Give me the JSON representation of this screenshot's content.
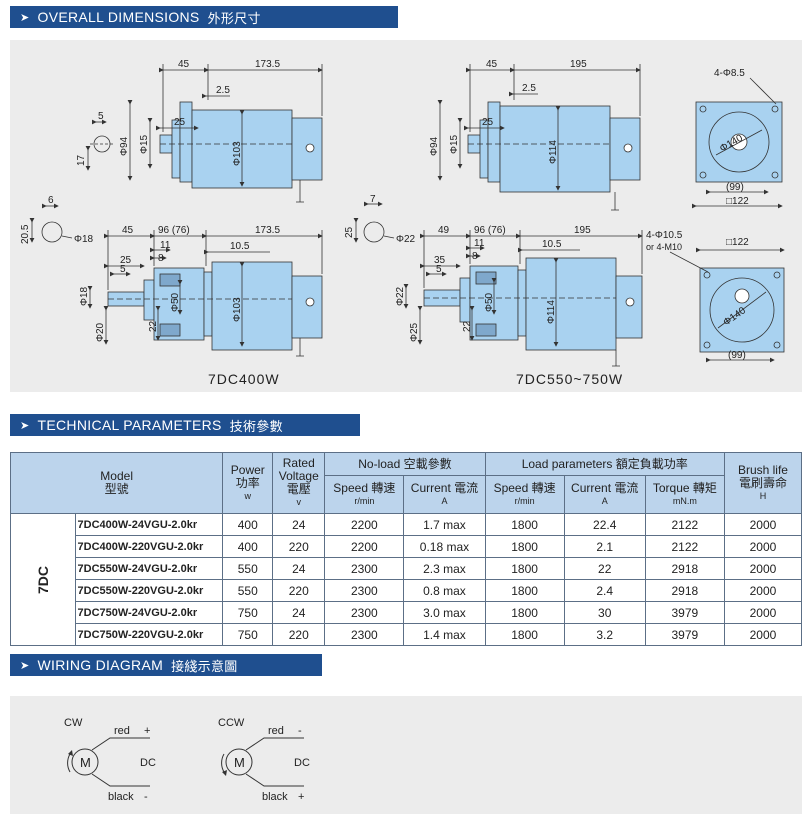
{
  "sections": {
    "dimensions": {
      "title": "OVERALL DIMENSIONS",
      "title_cn": "外形尺寸"
    },
    "technical": {
      "title": "TECHNICAL PARAMETERS",
      "title_cn": "技術參數"
    },
    "wiring": {
      "title": "WIRING DIAGRAM",
      "title_cn": "接綫示意圖"
    }
  },
  "drawings": {
    "label_left": "7DC400W",
    "label_right": "7DC550~750W",
    "top_left": {
      "d45": "45",
      "d173": "173.5",
      "d25a": "2.5",
      "d25": "25",
      "phi15": "Φ15",
      "phi94": "Φ94",
      "phi103": "Φ103",
      "d5": "5",
      "d17": "17"
    },
    "top_right": {
      "d45": "45",
      "d195": "195",
      "d25a": "2.5",
      "d25": "25",
      "phi15": "Φ15",
      "phi94": "Φ94",
      "phi114": "Φ114"
    },
    "bottom_left": {
      "d6": "6",
      "d205": "20.5",
      "phi18": "Φ18",
      "d45": "45",
      "d96": "96 (76)",
      "d173": "173.5",
      "d11": "11",
      "d8": "8",
      "d105": "10.5",
      "d25": "25",
      "d5": "5",
      "phi18v": "Φ18",
      "phi20": "Φ20",
      "phi50": "Φ50",
      "d22": "22",
      "phi103": "Φ103"
    },
    "bottom_right": {
      "d7": "7",
      "d25": "25",
      "phi22": "Φ22",
      "d49": "49",
      "d96": "96 (76)",
      "d195": "195",
      "d11": "11",
      "d8": "8",
      "d105": "10.5",
      "d35": "35",
      "d5": "5",
      "phi22v": "Φ22",
      "phi25": "Φ25",
      "phi50": "Φ50",
      "d22": "22",
      "phi114": "Φ114"
    },
    "flange_top": {
      "holes": "4-Φ8.5",
      "pcd": "Φ140",
      "d99": "(99)",
      "d122": "□122"
    },
    "flange_bottom": {
      "holes": "4-Φ10.5",
      "holes_alt": "or 4-M10",
      "d122": "□122",
      "pcd": "Φ140",
      "d99": "(99)"
    }
  },
  "table": {
    "headers": {
      "model": "Model",
      "model_cn": "型號",
      "power": "Power",
      "power_cn": "功率",
      "power_unit": "w",
      "voltage": "Rated Voltage",
      "voltage_cn": "電壓",
      "voltage_unit": "v",
      "noload": "No-load 空載參數",
      "load": "Load parameters 額定負載功率",
      "brush": "Brush life",
      "brush_cn": "電刷壽命",
      "brush_unit": "H",
      "speed1": "Speed 轉速",
      "speed1_unit": "r/min",
      "current1": "Current 電流",
      "current1_unit": "A",
      "speed2": "Speed 轉速",
      "speed2_unit": "r/min",
      "current2": "Current 電流",
      "current2_unit": "A",
      "torque": "Torque 轉矩",
      "torque_unit": "mN.m"
    },
    "group": "7DC",
    "rows": [
      {
        "model": "7DC400W-24VGU-2.0kr",
        "power": "400",
        "voltage": "24",
        "nl_speed": "2200",
        "nl_current": "1.7 max",
        "l_speed": "1800",
        "l_current": "22.4",
        "torque": "2122",
        "brush": "2000"
      },
      {
        "model": "7DC400W-220VGU-2.0kr",
        "power": "400",
        "voltage": "220",
        "nl_speed": "2200",
        "nl_current": "0.18 max",
        "l_speed": "1800",
        "l_current": "2.1",
        "torque": "2122",
        "brush": "2000"
      },
      {
        "model": "7DC550W-24VGU-2.0kr",
        "power": "550",
        "voltage": "24",
        "nl_speed": "2300",
        "nl_current": "2.3 max",
        "l_speed": "1800",
        "l_current": "22",
        "torque": "2918",
        "brush": "2000"
      },
      {
        "model": "7DC550W-220VGU-2.0kr",
        "power": "550",
        "voltage": "220",
        "nl_speed": "2300",
        "nl_current": "0.8 max",
        "l_speed": "1800",
        "l_current": "2.4",
        "torque": "2918",
        "brush": "2000"
      },
      {
        "model": "7DC750W-24VGU-2.0kr",
        "power": "750",
        "voltage": "24",
        "nl_speed": "2300",
        "nl_current": "3.0 max",
        "l_speed": "1800",
        "l_current": "30",
        "torque": "3979",
        "brush": "2000"
      },
      {
        "model": "7DC750W-220VGU-2.0kr",
        "power": "750",
        "voltage": "220",
        "nl_speed": "2300",
        "nl_current": "1.4 max",
        "l_speed": "1800",
        "l_current": "3.2",
        "torque": "3979",
        "brush": "2000"
      }
    ]
  },
  "wiring": {
    "cw": {
      "dir": "CW",
      "red": "red",
      "red_sign": "+",
      "dc": "DC",
      "black": "black",
      "black_sign": "-",
      "motor": "M"
    },
    "ccw": {
      "dir": "CCW",
      "red": "red",
      "red_sign": "-",
      "dc": "DC",
      "black": "black",
      "black_sign": "+",
      "motor": "M"
    }
  },
  "colors": {
    "bar": "#1f4f8f",
    "panel": "#ececec",
    "motor": "#a9d2f0",
    "table_header": "#bcd4ec"
  }
}
